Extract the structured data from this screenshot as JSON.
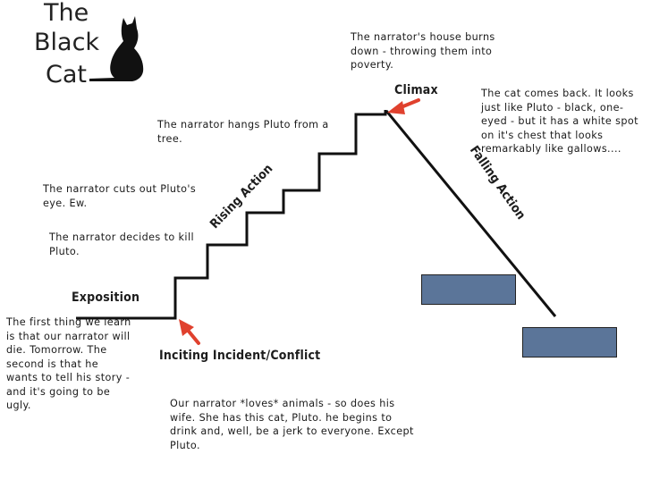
{
  "title": {
    "line1": "The",
    "line2": "Black",
    "line3": "Cat"
  },
  "labels": {
    "exposition": "Exposition",
    "inciting_incident": "Inciting Incident/Conflict",
    "rising_action": "Rising Action",
    "climax": "Climax",
    "falling_action": "Falling Action"
  },
  "notes": {
    "exposition_text": "The first thing we learn is that our narrator will die. Tomorrow. The second is that he wants to tell his story - and it's going to be ugly.",
    "inciting_text": "Our narrator *loves* animals - so does his wife.  She has this cat, Pluto.  he begins to drink and, well, be a jerk to everyone. Except Pluto.",
    "decides_kill": "The narrator decides to kill Pluto.",
    "cuts_eye": "The narrator cuts out Pluto's eye. Ew.",
    "hangs_pluto": "The narrator hangs Pluto from a tree.",
    "house_burns": "The narrator's house burns down - throwing them into poverty.",
    "cat_comes_back": "The cat comes back.  It looks just like Pluto - black, one-eyed - but it has a white spot on it's chest that looks remarkably like gallows...."
  },
  "icons": {
    "cat": "black-cat-silhouette-icon"
  },
  "colors": {
    "arrow": "#e0412e",
    "box_fill": "#5b7599",
    "line": "#111111"
  }
}
